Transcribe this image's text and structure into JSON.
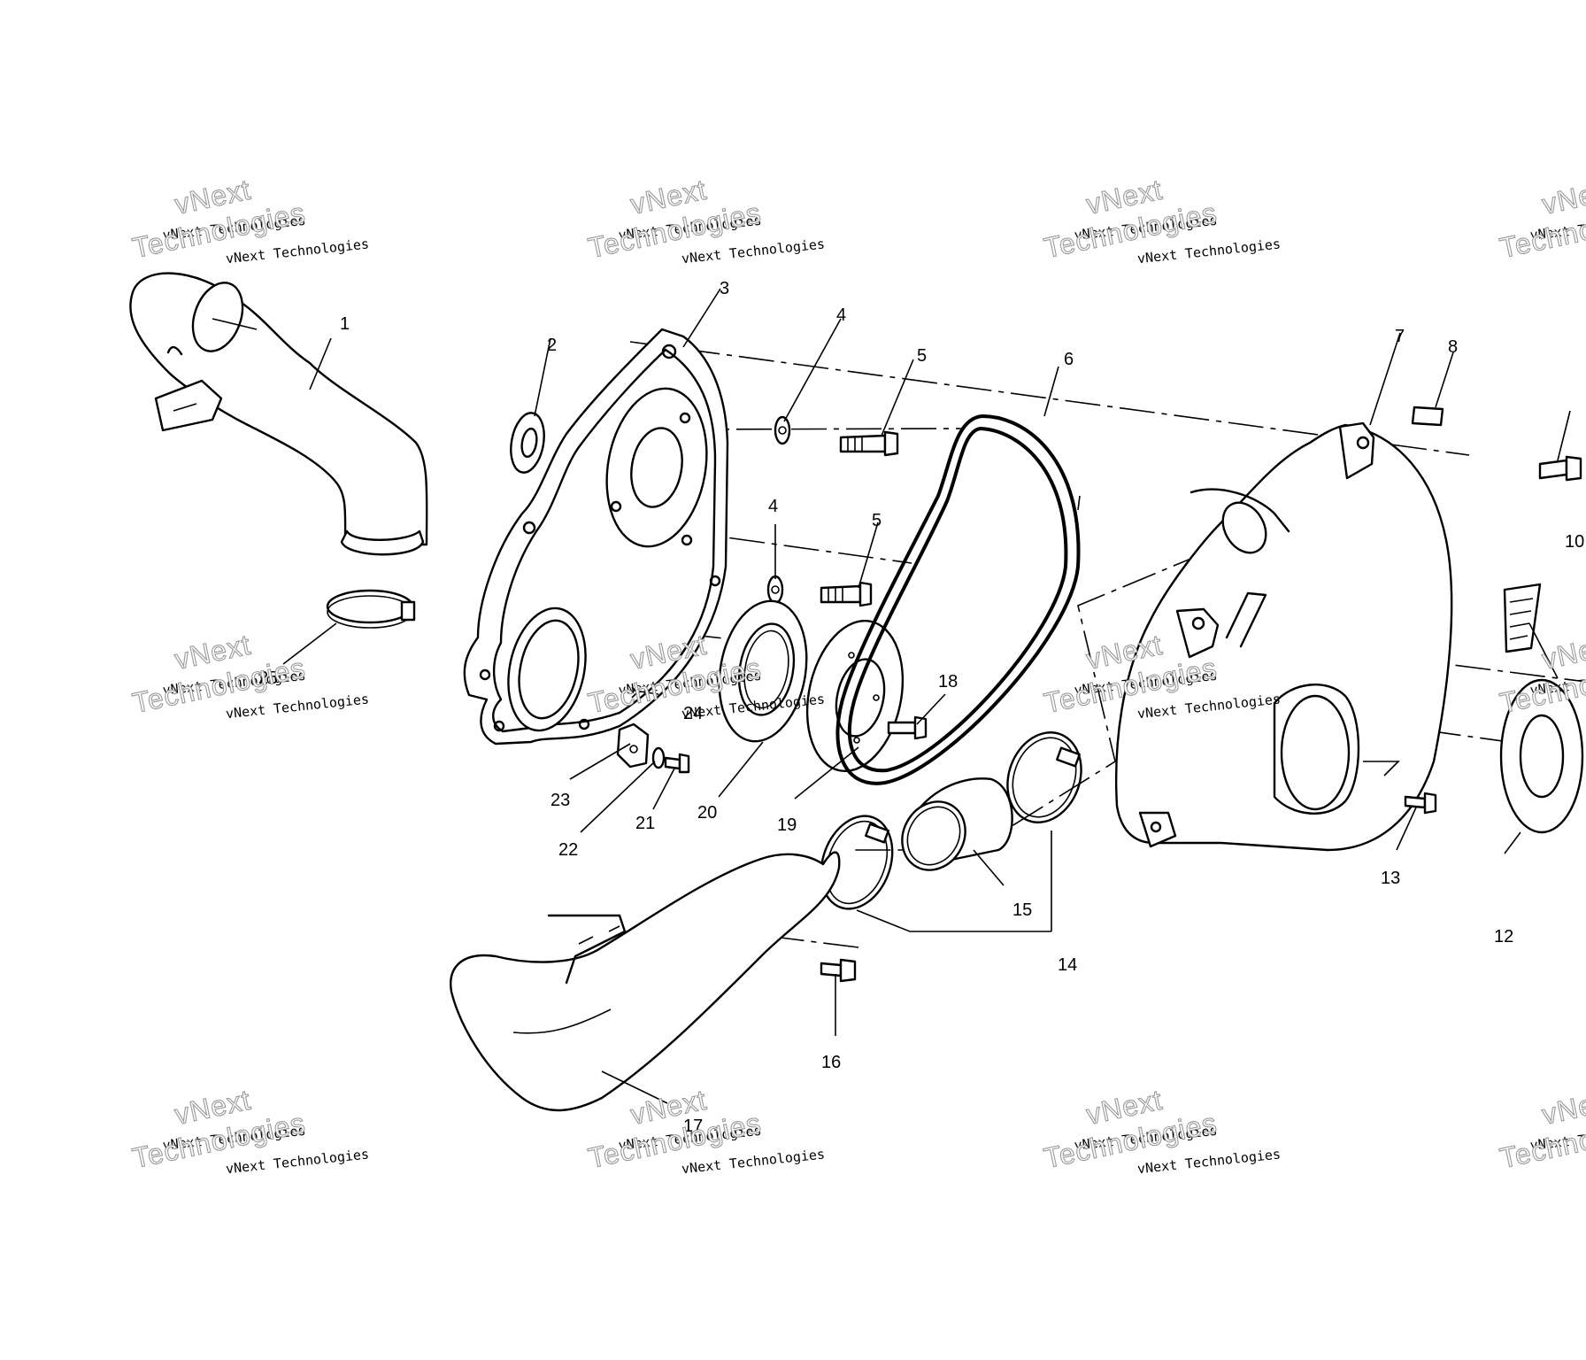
{
  "callouts": {
    "c1": "1",
    "c2": "2",
    "c3": "3",
    "c4a": "4",
    "c4b": "4",
    "c5a": "5",
    "c5b": "5",
    "c6": "6",
    "c7": "7",
    "c8": "8",
    "c10": "10",
    "c12": "12",
    "c13": "13",
    "c14": "14",
    "c15": "15",
    "c16": "16",
    "c17": "17",
    "c18": "18",
    "c19": "19",
    "c20": "20",
    "c21": "21",
    "c22": "22",
    "c23": "23",
    "c24": "24",
    "c25": "25"
  },
  "watermark": {
    "line_small": "vNext Technologies",
    "line_big_1": "vNext",
    "line_big_2": "Technologies"
  }
}
